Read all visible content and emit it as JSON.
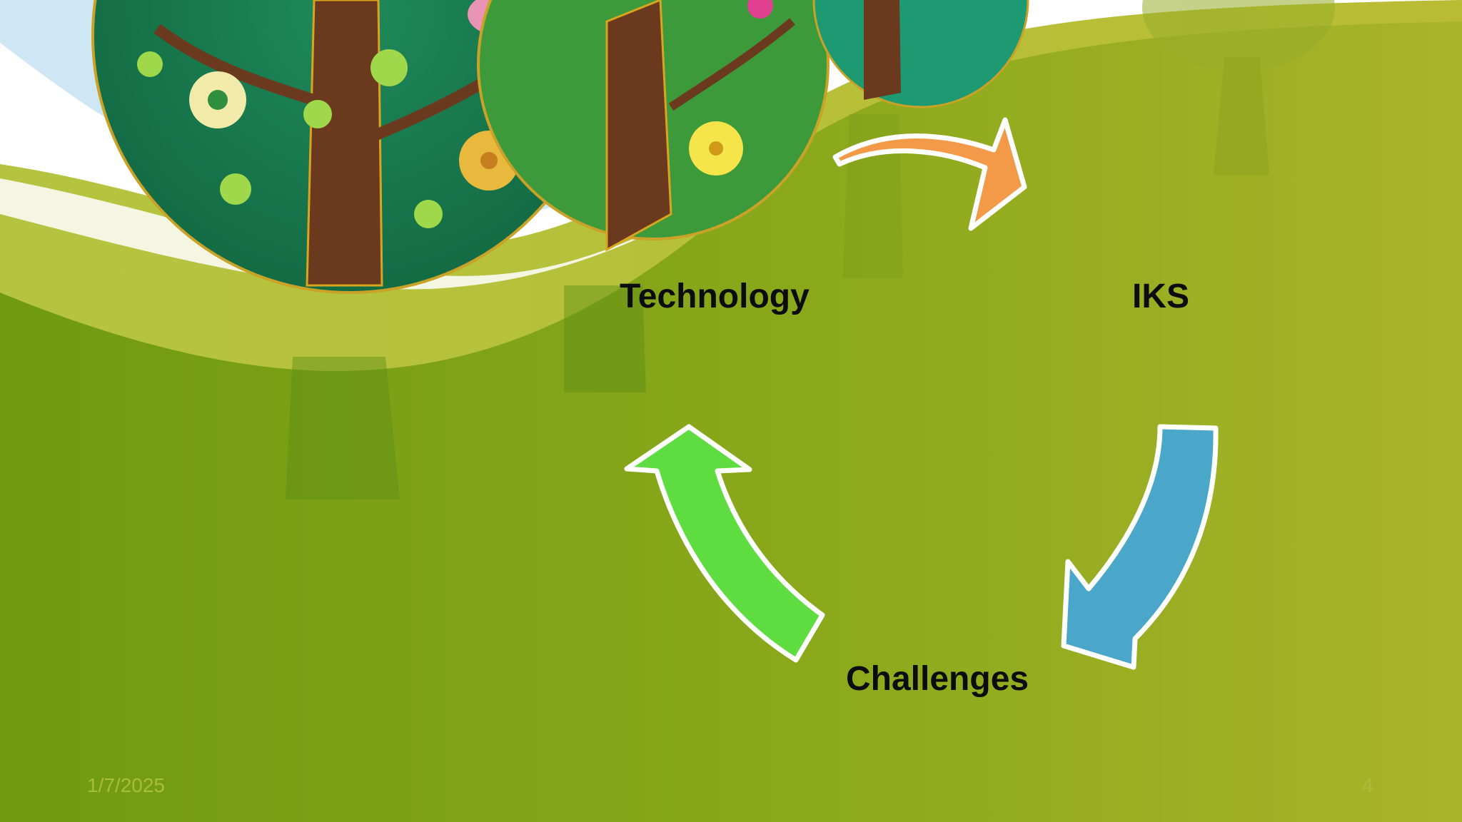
{
  "slide": {
    "cycle_labels": {
      "technology": "Technology",
      "iks": "IKS",
      "challenges": "Challenges"
    },
    "footer": {
      "date": "1/7/2025",
      "page_number": "4"
    }
  },
  "colors": {
    "arrow_technology_to_iks": "#f39a48",
    "arrow_iks_to_challenges": "#4aa7c9",
    "arrow_challenges_to_technology": "#5edc40",
    "ground": "#8aa619",
    "sky": "#d6e9f5",
    "label_text": "#0c0c0c",
    "footer_text": "#a8bd3a"
  }
}
